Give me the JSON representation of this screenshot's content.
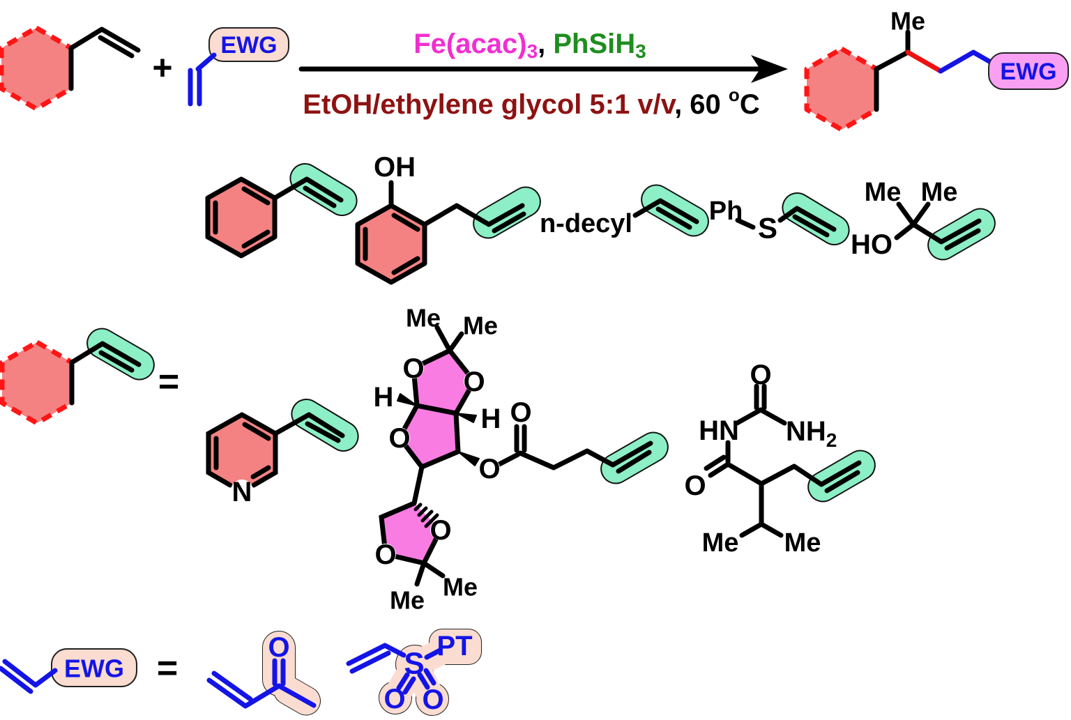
{
  "colors": {
    "coral_fill": "#F48282",
    "dashed_red": "#FF1515",
    "pink_fill": "#F97CE3",
    "teal_highlight": "#8CEFC5",
    "peach_highlight": "#FBDCD0",
    "violet_highlight": "#F9A0F2",
    "blue": "#1414E6",
    "new_bond_red": "#EE1111",
    "catalyst_magenta": "#F22ED2",
    "silane_green": "#1E8E1E",
    "solvent_dark_red": "#8E1212"
  },
  "conditions": {
    "catalyst": "Fe(acac)",
    "catalyst_sub": "3",
    "separator": ", ",
    "silane": "PhSiH",
    "silane_sub": "3",
    "solvent": "EtOH/ethylene glycol 5:1 v/v",
    "temp": ", 60 ",
    "temp_sup": "o",
    "temp_unit": "C"
  },
  "operators": {
    "plus": "+",
    "equals": "="
  },
  "labels": {
    "ewg": "EWG",
    "pt": "PT",
    "me": "Me",
    "oh": "OH",
    "ho": "HO",
    "h": "H",
    "o": "O",
    "n": "N",
    "s": "S",
    "hn": "HN",
    "nh": "NH",
    "sub2": "2",
    "ph": "Ph",
    "n_decyl": "n-decyl"
  }
}
